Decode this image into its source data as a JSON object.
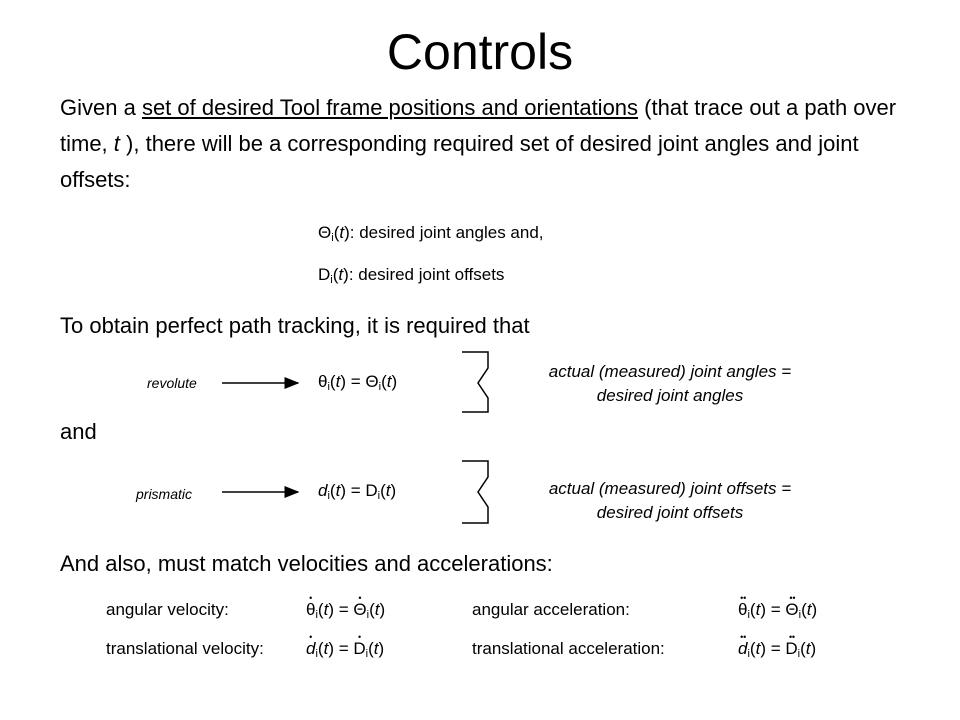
{
  "title": "Controls",
  "intro": {
    "part1": "Given a ",
    "underlined": "set of desired Tool frame positions and orientations",
    "part2": " (that trace out a path over time, ",
    "t": "t",
    "part3": " ), there will be a corresponding required set of desired joint angles and joint offsets:"
  },
  "definitions": {
    "theta_symbol": "Θ",
    "i": "i",
    "t": "t",
    "theta_text": ": desired joint angles and,",
    "d_symbol": "D",
    "d_text": ": desired joint offsets"
  },
  "tracking_line": "To obtain perfect path tracking, it is required that",
  "revolute": {
    "label": "revolute",
    "lhs": "θ",
    "rhs": "Θ",
    "annotation_line1": "actual (measured) joint angles =",
    "annotation_line2": "desired joint angles"
  },
  "and_text": "and",
  "prismatic": {
    "label": "prismatic",
    "lhs": "d",
    "rhs": "D",
    "annotation_line1": "actual (measured) joint offsets =",
    "annotation_line2": "desired joint offsets"
  },
  "also_line": "And also, must match velocities and accelerations:",
  "rates": {
    "angular_velocity": "angular velocity:",
    "translational_velocity": "translational velocity:",
    "angular_acceleration": "angular acceleration:",
    "translational_acceleration": "translational acceleration:"
  }
}
